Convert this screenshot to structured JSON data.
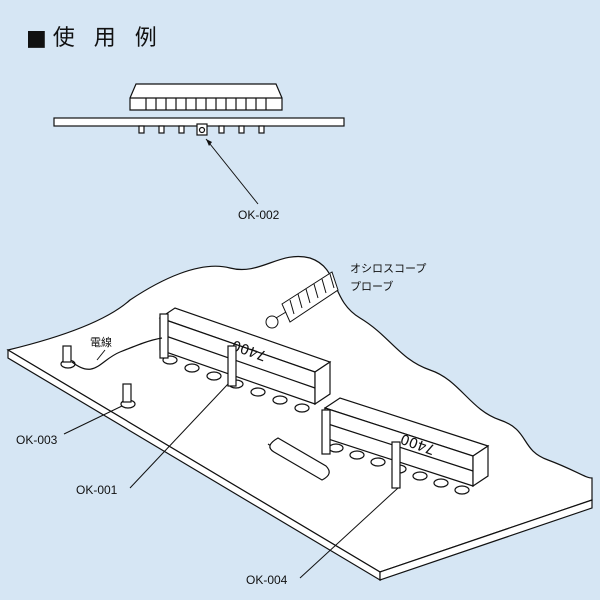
{
  "title": "■使 用 例",
  "labels": {
    "top_part": "OK-002",
    "pin_side": "OK-003",
    "pin_center": "OK-001",
    "pin_right": "OK-004",
    "wire": "電線",
    "probe_line1": "オシロスコープ",
    "probe_line2": "プローブ"
  },
  "chips": {
    "left_marking": "7400",
    "right_marking": "7400"
  },
  "colors": {
    "background": "#d6e6f4",
    "board": "#ffffff",
    "outline": "#111111"
  }
}
